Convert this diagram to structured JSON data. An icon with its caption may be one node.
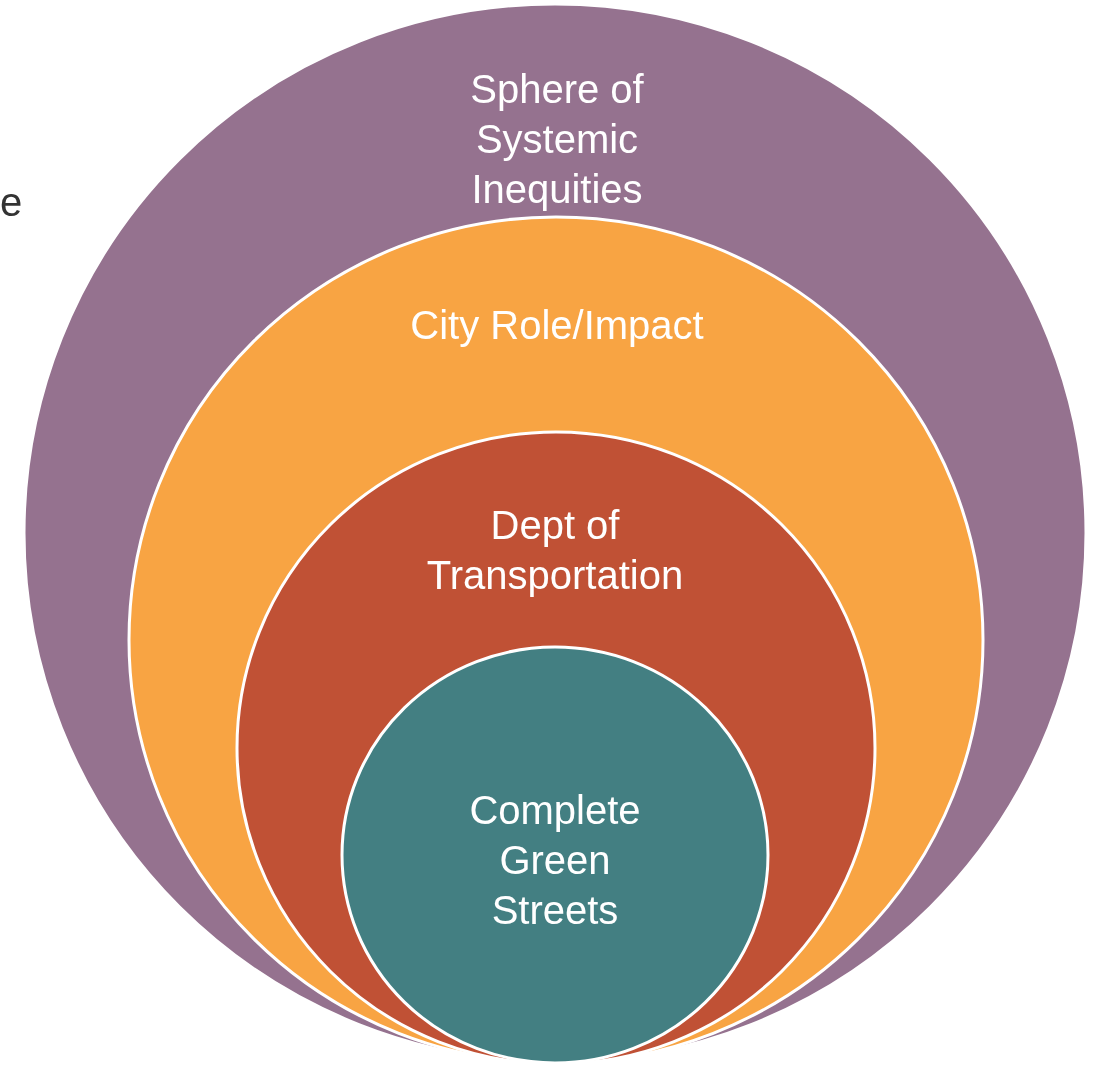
{
  "diagram": {
    "nodes": [
      {
        "text": [
          "Sphere of Systemic Inequities"
        ]
      },
      {
        "text": [
          "City Role/Impact"
        ],
        "in": 0
      },
      {
        "text": [
          "Dept of Transportation"
        ],
        "in": 1
      },
      {
        "text": [
          "Complete Green Streets"
        ],
        "in": 2
      }
    ],
    "labels": [
      "e"
    ]
  }
}
